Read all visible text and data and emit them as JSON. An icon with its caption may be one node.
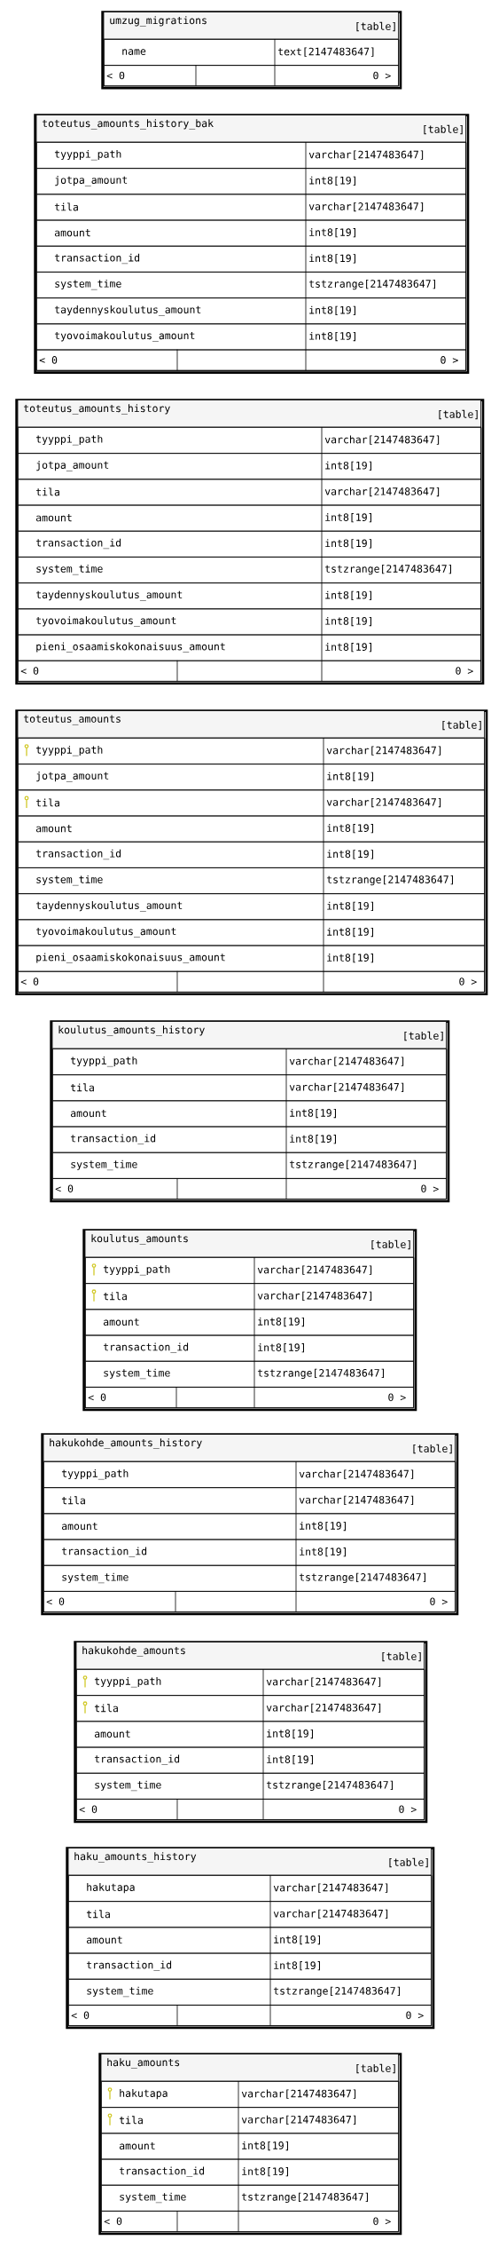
{
  "diagram": {
    "nodes": [
      {
        "text": [
          "umzug_migrations",
          "[table]"
        ]
      },
      {
        "text": [
          "name",
          "text[2147483647]"
        ],
        "in": 0
      },
      {
        "text": [
          "< 0",
          "0 >"
        ],
        "in": 0
      },
      {
        "text": [
          "toteutus_amounts_history_bak",
          "[table]"
        ]
      },
      {
        "text": [
          "tyyppi_path",
          "varchar[2147483647]"
        ],
        "in": 3
      },
      {
        "text": [
          "jotpa_amount",
          "int8[19]"
        ],
        "in": 3
      },
      {
        "text": [
          "tila",
          "varchar[2147483647]"
        ],
        "in": 3
      },
      {
        "text": [
          "amount",
          "int8[19]"
        ],
        "in": 3
      },
      {
        "text": [
          "transaction_id",
          "int8[19]"
        ],
        "in": 3
      },
      {
        "text": [
          "system_time",
          "tstzrange[2147483647]"
        ],
        "in": 3
      },
      {
        "text": [
          "taydennyskoulutus_amount",
          "int8[19]"
        ],
        "in": 3
      },
      {
        "text": [
          "tyovoimakoulutus_amount",
          "int8[19]"
        ],
        "in": 3
      },
      {
        "text": [
          "< 0",
          "0 >"
        ],
        "in": 3
      },
      {
        "text": [
          "toteutus_amounts_history",
          "[table]"
        ]
      },
      {
        "text": [
          "tyyppi_path",
          "varchar[2147483647]"
        ],
        "in": 13
      },
      {
        "text": [
          "jotpa_amount",
          "int8[19]"
        ],
        "in": 13
      },
      {
        "text": [
          "tila",
          "varchar[2147483647]"
        ],
        "in": 13
      },
      {
        "text": [
          "amount",
          "int8[19]"
        ],
        "in": 13
      },
      {
        "text": [
          "transaction_id",
          "int8[19]"
        ],
        "in": 13
      },
      {
        "text": [
          "system_time",
          "tstzrange[2147483647]"
        ],
        "in": 13
      },
      {
        "text": [
          "taydennyskoulutus_amount",
          "int8[19]"
        ],
        "in": 13
      },
      {
        "text": [
          "tyovoimakoulutus_amount",
          "int8[19]"
        ],
        "in": 13
      },
      {
        "text": [
          "pieni_osaamiskokonaisuus_amount",
          "int8[19]"
        ],
        "in": 13
      },
      {
        "text": [
          "< 0",
          "0 >"
        ],
        "in": 13
      },
      {
        "text": [
          "toteutus_amounts",
          "[table]"
        ]
      },
      {
        "text": [
          "tyyppi_path",
          "varchar[2147483647]"
        ],
        "in": 24
      },
      {
        "text": [
          "jotpa_amount",
          "int8[19]"
        ],
        "in": 24
      },
      {
        "text": [
          "tila",
          "varchar[2147483647]"
        ],
        "in": 24
      },
      {
        "text": [
          "amount",
          "int8[19]"
        ],
        "in": 24
      },
      {
        "text": [
          "transaction_id",
          "int8[19]"
        ],
        "in": 24
      },
      {
        "text": [
          "system_time",
          "tstzrange[2147483647]"
        ],
        "in": 24
      },
      {
        "text": [
          "taydennyskoulutus_amount",
          "int8[19]"
        ],
        "in": 24
      },
      {
        "text": [
          "tyovoimakoulutus_amount",
          "int8[19]"
        ],
        "in": 24
      },
      {
        "text": [
          "pieni_osaamiskokonaisuus_amount",
          "int8[19]"
        ],
        "in": 24
      },
      {
        "text": [
          "< 0",
          "0 >"
        ],
        "in": 24
      },
      {
        "text": [
          "koulutus_amounts_history",
          "[table]"
        ]
      },
      {
        "text": [
          "tyyppi_path",
          "varchar[2147483647]"
        ],
        "in": 35
      },
      {
        "text": [
          "tila",
          "varchar[2147483647]"
        ],
        "in": 35
      },
      {
        "text": [
          "amount",
          "int8[19]"
        ],
        "in": 35
      },
      {
        "text": [
          "transaction_id",
          "int8[19]"
        ],
        "in": 35
      },
      {
        "text": [
          "system_time",
          "tstzrange[2147483647]"
        ],
        "in": 35
      },
      {
        "text": [
          "< 0",
          "0 >"
        ],
        "in": 35
      },
      {
        "text": [
          "koulutus_amounts",
          "[table]"
        ]
      },
      {
        "text": [
          "tyyppi_path",
          "varchar[2147483647]"
        ],
        "in": 42
      },
      {
        "text": [
          "tila",
          "varchar[2147483647]"
        ],
        "in": 42
      },
      {
        "text": [
          "amount",
          "int8[19]"
        ],
        "in": 42
      },
      {
        "text": [
          "transaction_id",
          "int8[19]"
        ],
        "in": 42
      },
      {
        "text": [
          "system_time",
          "tstzrange[2147483647]"
        ],
        "in": 42
      },
      {
        "text": [
          "< 0",
          "0 >"
        ],
        "in": 42
      },
      {
        "text": [
          "hakukohde_amounts_history",
          "[table]"
        ]
      },
      {
        "text": [
          "tyyppi_path",
          "varchar[2147483647]"
        ],
        "in": 49
      },
      {
        "text": [
          "tila",
          "varchar[2147483647]"
        ],
        "in": 49
      },
      {
        "text": [
          "amount",
          "int8[19]"
        ],
        "in": 49
      },
      {
        "text": [
          "transaction_id",
          "int8[19]"
        ],
        "in": 49
      },
      {
        "text": [
          "system_time",
          "tstzrange[2147483647]"
        ],
        "in": 49
      },
      {
        "text": [
          "< 0",
          "0 >"
        ],
        "in": 49
      },
      {
        "text": [
          "hakukohde_amounts",
          "[table]"
        ]
      },
      {
        "text": [
          "tyyppi_path",
          "varchar[2147483647]"
        ],
        "in": 56
      },
      {
        "text": [
          "tila",
          "varchar[2147483647]"
        ],
        "in": 56
      },
      {
        "text": [
          "amount",
          "int8[19]"
        ],
        "in": 56
      },
      {
        "text": [
          "transaction_id",
          "int8[19]"
        ],
        "in": 56
      },
      {
        "text": [
          "system_time",
          "tstzrange[2147483647]"
        ],
        "in": 56
      },
      {
        "text": [
          "< 0",
          "0 >"
        ],
        "in": 56
      },
      {
        "text": [
          "haku_amounts_history",
          "[table]"
        ]
      },
      {
        "text": [
          "hakutapa",
          "varchar[2147483647]"
        ],
        "in": 63
      },
      {
        "text": [
          "tila",
          "varchar[2147483647]"
        ],
        "in": 63
      },
      {
        "text": [
          "amount",
          "int8[19]"
        ],
        "in": 63
      },
      {
        "text": [
          "transaction_id",
          "int8[19]"
        ],
        "in": 63
      },
      {
        "text": [
          "system_time",
          "tstzrange[2147483647]"
        ],
        "in": 63
      },
      {
        "text": [
          "< 0",
          "0 >"
        ],
        "in": 63
      },
      {
        "text": [
          "haku_amounts",
          "[table]"
        ]
      },
      {
        "text": [
          "hakutapa",
          "varchar[2147483647]"
        ],
        "in": 70
      },
      {
        "text": [
          "tila",
          "varchar[2147483647]"
        ],
        "in": 70
      },
      {
        "text": [
          "amount",
          "int8[19]"
        ],
        "in": 70
      },
      {
        "text": [
          "transaction_id",
          "int8[19]"
        ],
        "in": 70
      },
      {
        "text": [
          "system_time",
          "tstzrange[2147483647]"
        ],
        "in": 70
      },
      {
        "text": [
          "< 0",
          "0 >"
        ],
        "in": 70
      }
    ]
  }
}
